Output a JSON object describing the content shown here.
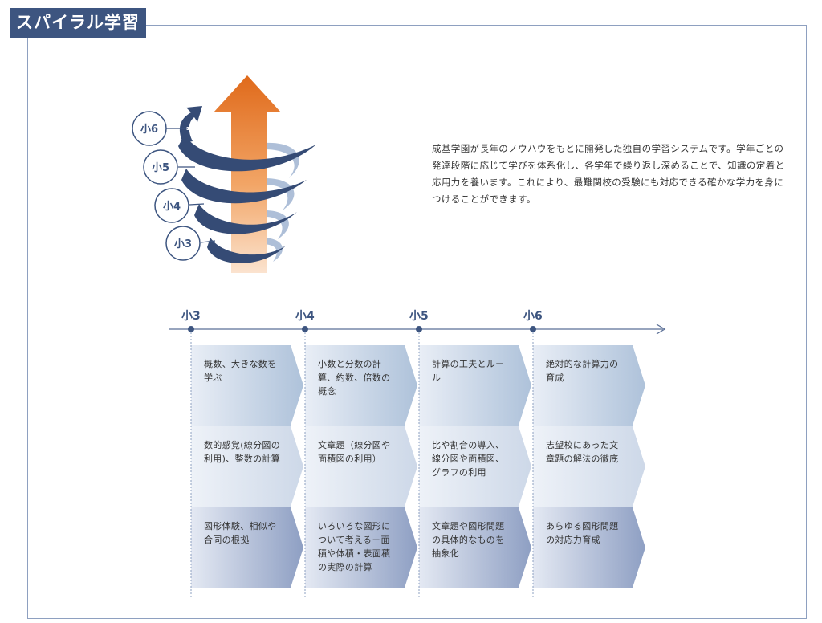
{
  "header": {
    "title": "スパイラル学習"
  },
  "intro": {
    "text": "成基学園が長年のノウハウをもとに開発した独自の学習システムです。学年ごとの発達段階に応じて学びを体系化し、各学年で繰り返し深めることで、知識の定着と応用力を養います。これにより、最難関校の受験にも対応できる確かな学力を身につけることができます。"
  },
  "spiral": {
    "labels": [
      "小6",
      "小5",
      "小4",
      "小3"
    ]
  },
  "timeline": {
    "grades": [
      "小3",
      "小4",
      "小5",
      "小6"
    ],
    "rows": [
      [
        "概数、大きな数を学ぶ",
        "小数と分数の計算、約数、倍数の概念",
        "計算の工夫とルール",
        "絶対的な計算力の育成"
      ],
      [
        "数的感覚(線分図の利用)、整数の計算",
        "文章題（線分図や面積図の利用）",
        "比や割合の導入、線分図や面積図、グラフの利用",
        "志望校にあった文章題の解法の徹底"
      ],
      [
        "図形体験、相似や合同の根拠",
        "いろいろな図形について考える＋面積や体積・表面積の実際の計算",
        "文章題や図形問題の具体的なものを抽象化",
        "あらゆる図形問題の対応力育成"
      ]
    ]
  },
  "colors": {
    "navy": "#3d5580",
    "orange": "#e06a1b",
    "line": "#8ea0c0"
  }
}
